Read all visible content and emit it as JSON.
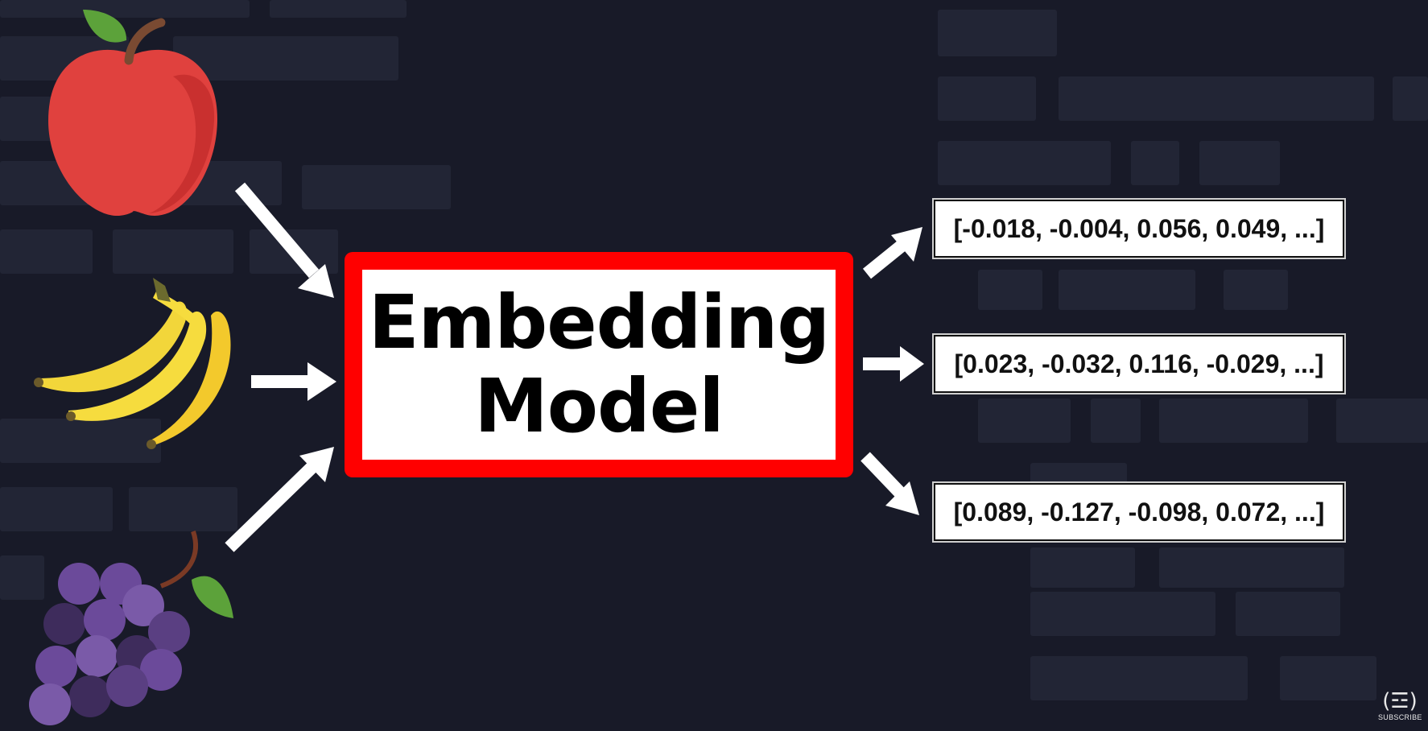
{
  "model": {
    "line1": "Embedding",
    "line2": "Model"
  },
  "inputs": [
    {
      "name": "apple",
      "icon": "apple-icon"
    },
    {
      "name": "banana",
      "icon": "banana-icon"
    },
    {
      "name": "grapes",
      "icon": "grapes-icon"
    }
  ],
  "vectors": [
    "[-0.018, -0.004, 0.056, 0.049, ...]",
    "[0.023, -0.032, 0.116, -0.029, ...]",
    "[0.089, -0.127, -0.098, 0.072, ...]"
  ],
  "logo": {
    "caption": "SUBSCRIBE",
    "icon": "freecodecamp-logo-icon"
  },
  "colors": {
    "background": "#181a28",
    "model_border": "#ff0000",
    "arrow": "#ffffff"
  }
}
